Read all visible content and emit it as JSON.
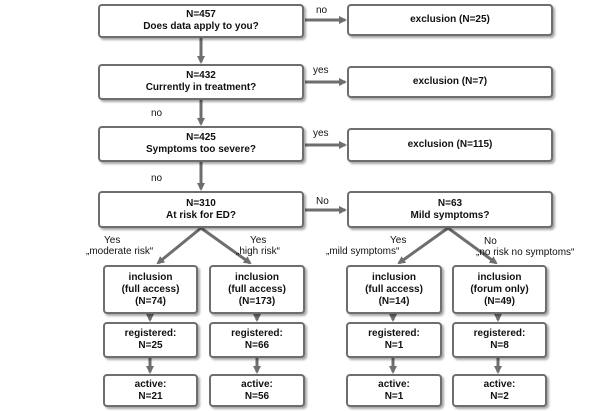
{
  "nodes": {
    "n457": {
      "line1": "N=457",
      "line2": "Does data apply to you?"
    },
    "excl25": {
      "line1": "exclusion (N=25)"
    },
    "n432": {
      "line1": "N=432",
      "line2": "Currently in treatment?"
    },
    "excl7": {
      "line1": "exclusion (N=7)"
    },
    "n425": {
      "line1": "N=425",
      "line2": "Symptoms too severe?"
    },
    "excl115": {
      "line1": "exclusion (N=115)"
    },
    "n310": {
      "line1": "N=310",
      "line2": "At risk for ED?"
    },
    "n63": {
      "line1": "N=63",
      "line2": "Mild symptoms?"
    },
    "inc74": {
      "line1": "inclusion",
      "line2": "(full access)",
      "line3": "(N=74)"
    },
    "inc173": {
      "line1": "inclusion",
      "line2": "(full access)",
      "line3": "(N=173)"
    },
    "inc14": {
      "line1": "inclusion",
      "line2": "(full access)",
      "line3": "(N=14)"
    },
    "inc49": {
      "line1": "inclusion",
      "line2": "(forum only)",
      "line3": "(N=49)"
    },
    "reg25": {
      "line1": "registered:",
      "line2": "N=25"
    },
    "reg66": {
      "line1": "registered:",
      "line2": "N=66"
    },
    "reg1": {
      "line1": "registered:",
      "line2": "N=1"
    },
    "reg8": {
      "line1": "registered:",
      "line2": "N=8"
    },
    "act21": {
      "line1": "active:",
      "line2": "N=21"
    },
    "act56": {
      "line1": "active:",
      "line2": "N=56"
    },
    "act1": {
      "line1": "active:",
      "line2": "N=1"
    },
    "act2": {
      "line1": "active:",
      "line2": "N=2"
    }
  },
  "edge_labels": {
    "no_457": "no",
    "yes_432": "yes",
    "no_432": "no",
    "yes_425": "yes",
    "no_425": "no",
    "no_310": "No",
    "yes_mod_1": "Yes",
    "yes_mod_2": "„moderate risk“",
    "yes_high_1": "Yes",
    "yes_high_2": "„high risk“",
    "yes_mild_1": "Yes",
    "yes_mild_2": "„mild symptoms“",
    "no_nr_1": "No",
    "no_nr_2": "„no risk no symptoms“"
  },
  "colors": {
    "border": "#6e6e6e",
    "arrow": "#6e6e6e"
  }
}
